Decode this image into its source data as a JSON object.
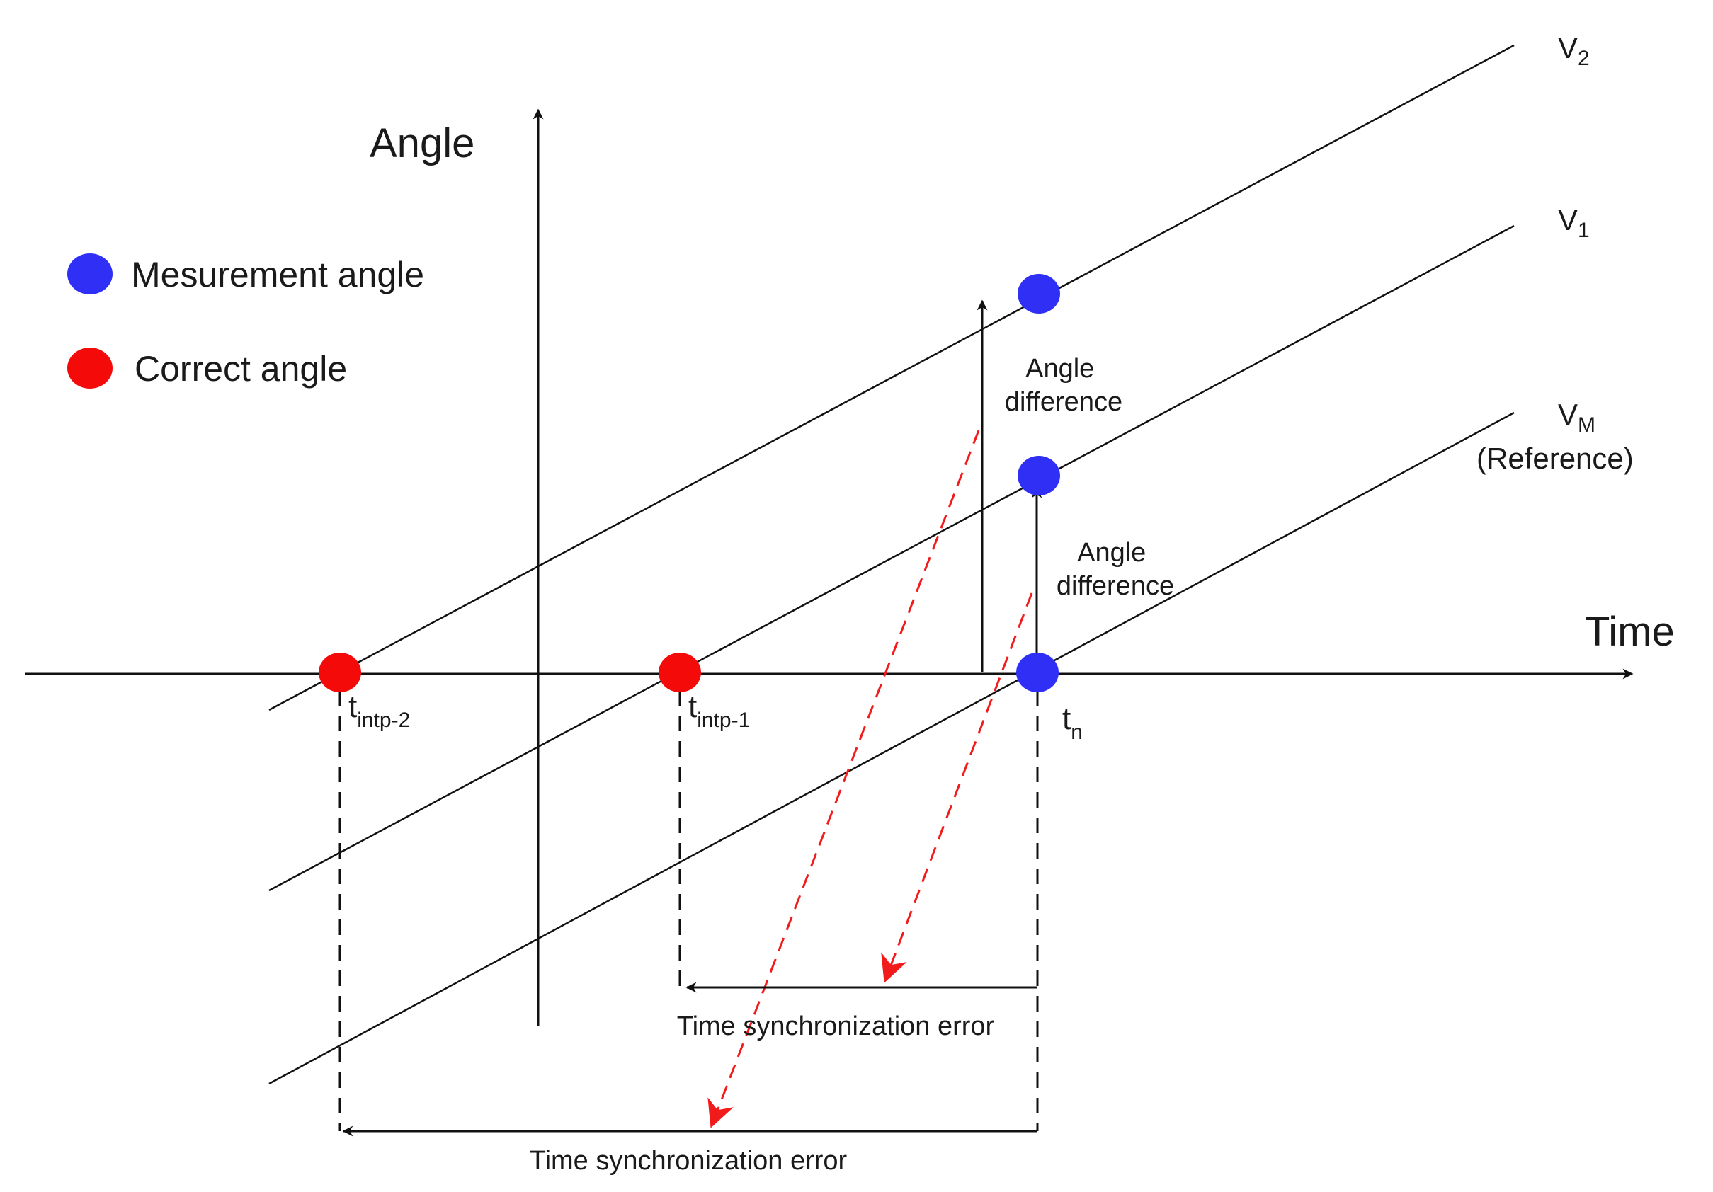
{
  "axes": {
    "y_title": "Angle",
    "x_title": "Time"
  },
  "legend": {
    "items": [
      {
        "label": "Mesurement angle",
        "color": "#2f2ff5"
      },
      {
        "label": "Correct angle",
        "color": "#f50a0a"
      }
    ]
  },
  "lines": {
    "v2": {
      "base": "V",
      "sub": "2"
    },
    "v1": {
      "base": "V",
      "sub": "1"
    },
    "vm": {
      "base": "V",
      "sub": "M",
      "note": "(Reference)"
    }
  },
  "ticks": {
    "t_intp2": {
      "base": "t",
      "sub": "intp-2"
    },
    "t_intp1": {
      "base": "t",
      "sub": "intp-1"
    },
    "t_n": {
      "base": "t",
      "sub": "n"
    }
  },
  "annotations": {
    "angle_diff_upper": [
      "Angle",
      "difference"
    ],
    "angle_diff_lower": [
      "Angle",
      "difference"
    ],
    "sync_error_short": "Time synchronization error",
    "sync_error_long": "Time synchronization error"
  },
  "colors": {
    "measurement": "#2f2ff5",
    "correct": "#f50a0a",
    "dashed_arrow": "#f21b1b",
    "ink": "#111111"
  }
}
